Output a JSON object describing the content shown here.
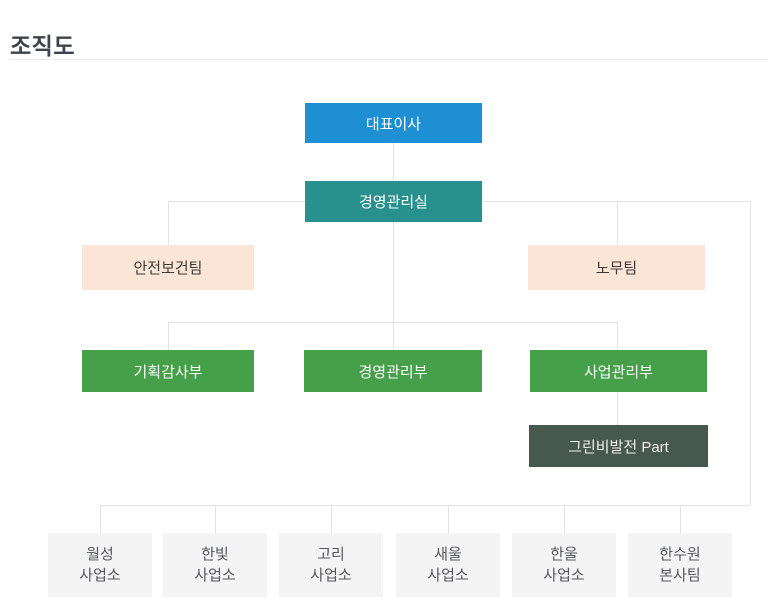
{
  "page": {
    "title": "조직도"
  },
  "colors": {
    "ceo_blue": "#1e8fd2",
    "office_teal": "#28918d",
    "team_peach": "#fbe5d6",
    "dept_green": "#46a049",
    "part_dark_green": "#47594f",
    "site_gray": "#f4f4f4",
    "connector_gray": "#e3e3e3"
  },
  "org_chart": {
    "type": "org-tree",
    "nodes": {
      "ceo": {
        "label": "대표이사",
        "color": "#1e8fd2",
        "parent": null
      },
      "office": {
        "label": "경영관리실",
        "color": "#28918d",
        "parent": "대표이사"
      },
      "safety": {
        "label": "안전보건팀",
        "color": "#fbe5d6",
        "parent": "경영관리실"
      },
      "labor": {
        "label": "노무팀",
        "color": "#fbe5d6",
        "parent": "경영관리실"
      },
      "planning": {
        "label": "기획감사부",
        "color": "#46a049",
        "parent": "경영관리실"
      },
      "mgmt": {
        "label": "경영관리부",
        "color": "#46a049",
        "parent": "경영관리실"
      },
      "business": {
        "label": "사업관리부",
        "color": "#46a049",
        "parent": "경영관리실"
      },
      "greenbi": {
        "label": "그린비발전 Part",
        "color": "#47594f",
        "parent": "사업관리부"
      }
    },
    "sites": [
      {
        "line1": "월성",
        "line2": "사업소",
        "parent": "경영관리실"
      },
      {
        "line1": "한빛",
        "line2": "사업소",
        "parent": "경영관리실"
      },
      {
        "line1": "고리",
        "line2": "사업소",
        "parent": "경영관리실"
      },
      {
        "line1": "새울",
        "line2": "사업소",
        "parent": "경영관리실"
      },
      {
        "line1": "한울",
        "line2": "사업소",
        "parent": "경영관리실"
      },
      {
        "line1": "한수원",
        "line2": "본사팀",
        "parent": "경영관리실"
      }
    ]
  }
}
